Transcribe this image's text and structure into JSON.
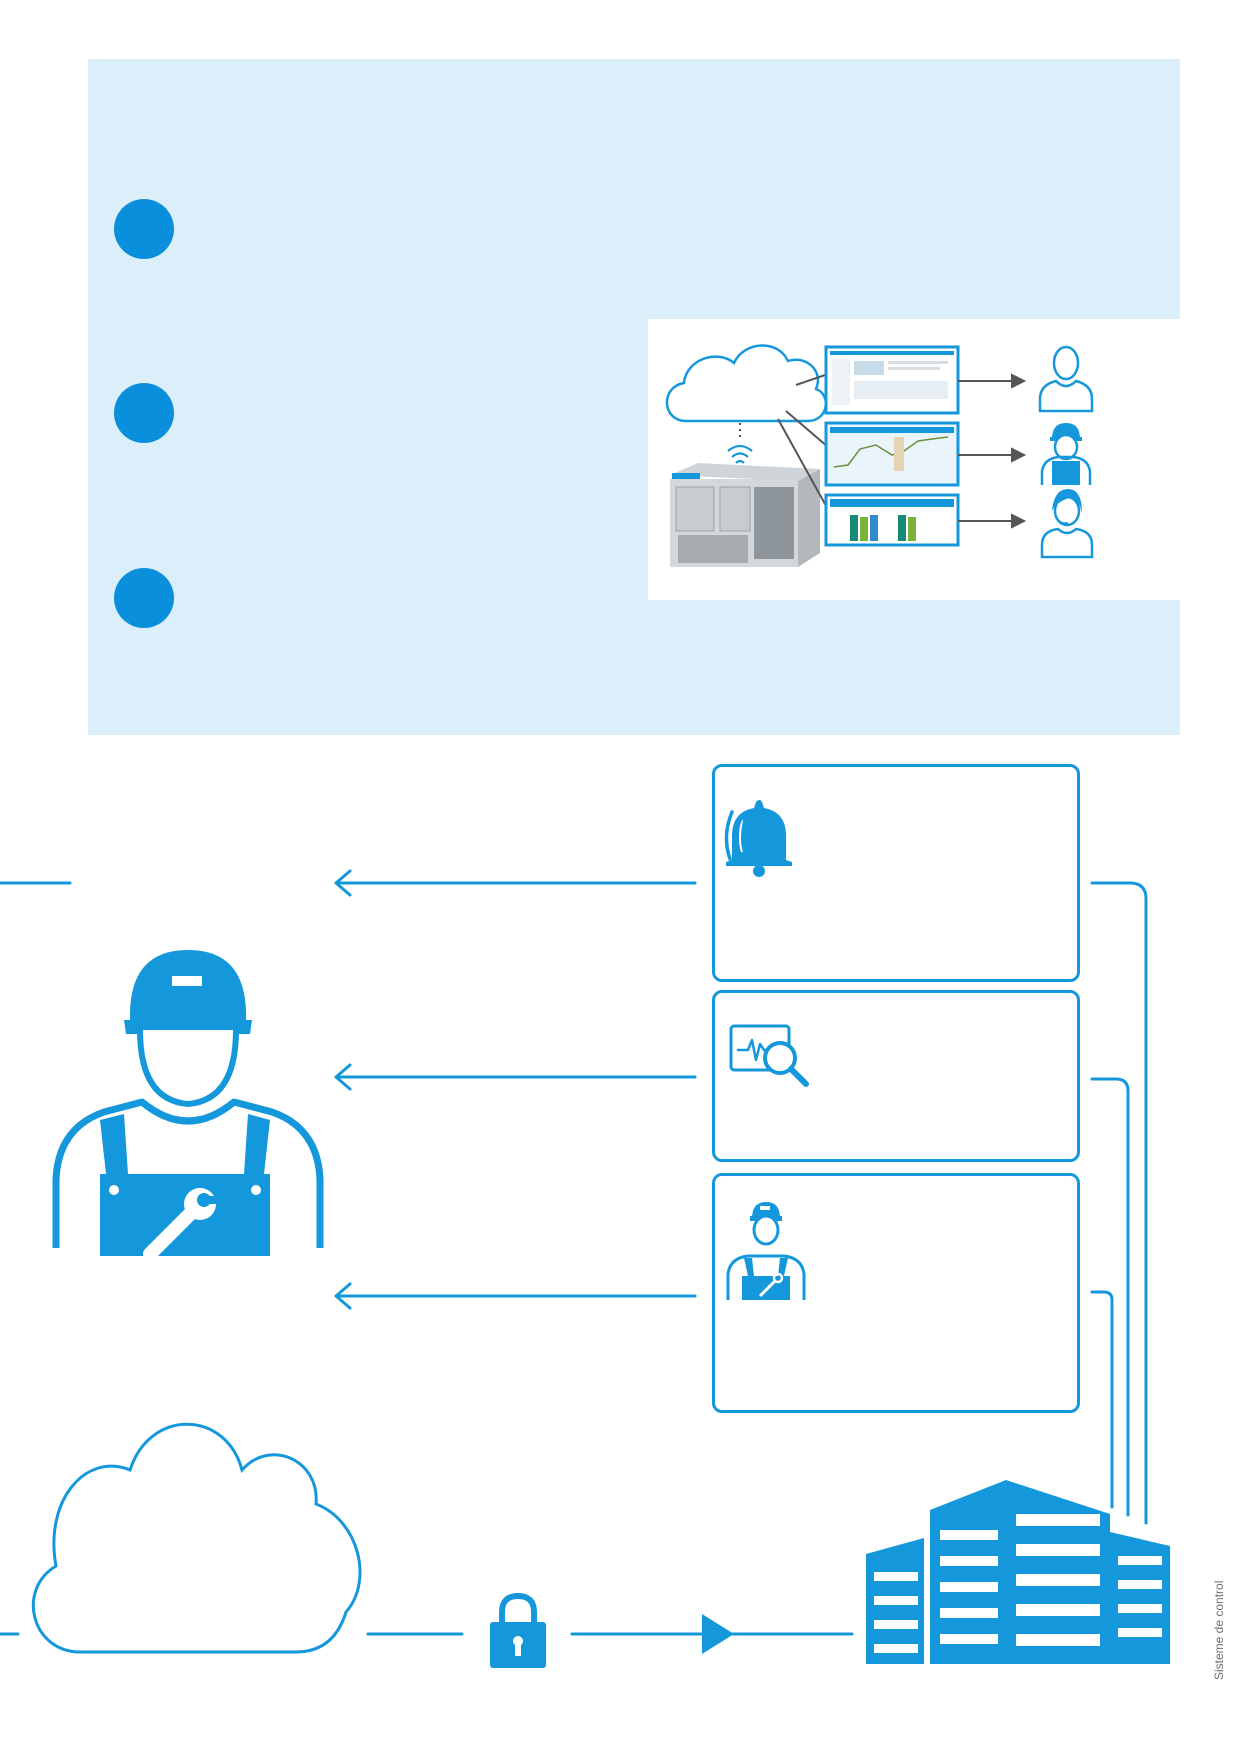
{
  "side_label": "Sisteme de control",
  "colors": {
    "panel_bg": "#daeff9",
    "accent": "#0a8fdc",
    "line": "#1598db",
    "arrow_grey": "#555555"
  },
  "icons": {
    "bullets": [
      "bullet-circle",
      "bullet-circle",
      "bullet-circle"
    ],
    "figure": [
      "cloud-icon",
      "wifi-icon",
      "chiller-unit",
      "dashboard-screen",
      "user-icon",
      "technician-icon",
      "support-agent-icon"
    ],
    "cards": [
      "alarm-bell-icon",
      "diagnostics-monitor-icon",
      "technician-icon"
    ],
    "bottom": [
      "technician-large-icon",
      "cloud-large-icon",
      "lock-icon",
      "building-icon"
    ]
  }
}
